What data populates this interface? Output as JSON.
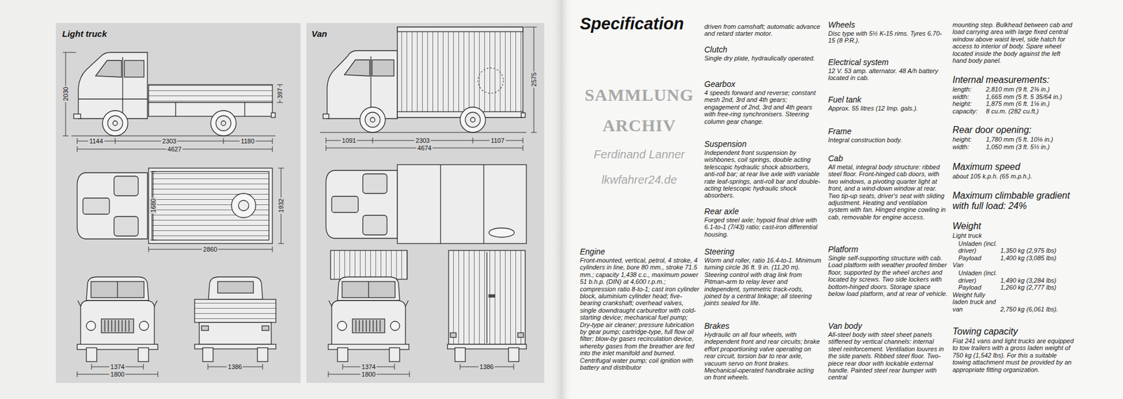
{
  "diagram": {
    "title": "Specification",
    "nodes": [
      {
        "text": [
          "Light truck"
        ]
      },
      {
        "text": [
          "Van"
        ]
      }
    ],
    "labels": [
      "2030",
      "397",
      "1144",
      "2303",
      "1180",
      "4627",
      "1680",
      "1932",
      "2860",
      "1374",
      "1800",
      "1386",
      "2575",
      "1091",
      "2303",
      "1107",
      "4674",
      "1374",
      "1800",
      "1386",
      "SAMMLUNG",
      "ARCHIV",
      "Ferdinand Lanner",
      "lkwfahrer24.de",
      "Engine",
      "Front-mounted, vertical, petrol, 4 stroke, 4 cylinders in line, bore 80 mm., stroke 71.5 mm.; capacity 1,438 c.c., maximum power 51 b.h.p. (DIN) at 4,600 r.p.m.; compression ratio 8-to-1; cast iron cylinder block, aluminium cylinder head; five-bearing crankshaft; overhead valves, single downdraught carburettor with cold-starting device; mechanical fuel pump; Dry-type air cleaner; pressure lubrication by gear pump; cartridge-type, full flow oil filter; blow-by gases recirculation device, whereby gases from the breather are fed into the inlet manifold and burned. Centrifugal water pump; coil ignition with battery and distributor",
      "driven from camshaft; automatic advance and retard starter motor.",
      "Clutch",
      "Single dry plate, hydraulically operated.",
      "Gearbox",
      "4 speeds forward and reverse; constant mesh 2nd, 3rd and 4th gears; engagement of 2nd, 3rd and 4th gears with free-ring synchronisers. Steering column gear change.",
      "Suspension",
      "Independent front suspension by wishbones, coil springs, double acting telescopic hydraulic shock absorbers, anti-roll bar; at rear live axle with variable rate leaf-springs, anti-roll bar and double-acting telescopic hydraulic shock absorbers.",
      "Rear axle",
      "Forged steel axle; hypoid final drive with 6.1-to-1 (7/43) ratio; cast-iron differential housing.",
      "Steering",
      "Worm and roller, ratio 16.4-to-1. Minimum turning circle 36 ft. 9 in. (11.20 m). Steering control with drag link from Pitman-arm to relay lever and independent, symmetric track-rods, joined by a central linkage; all steering joints sealed for life.",
      "Brakes",
      "Hydraulic on all four wheels, with independent front and rear circuits; brake effort proportioning valve operating on rear circuit, torsion bar to rear axle, vacuum servo on front brakes. Mechanical-operated handbrake acting on front wheels.",
      "Wheels",
      "Disc type with 5½ K-15 rims. Tyres 6.70-15 (8 P.R.).",
      "Electrical system",
      "12 V. 53 amp. alternator. 48 A/h battery located in cab.",
      "Fuel tank",
      "Approx. 55 litres (12 Imp. gals.).",
      "Frame",
      "Integral construction body.",
      "Cab",
      "All metal, integral body structure: ribbed steel floor. Front-hinged cab doors, with two windows, a pivoting quarter light at front, and a wind-down window at rear. Two tip-up seats, driver's seat with sliding adjustment. Heating and ventilation system with fan. Hinged engine cowling in cab, removable for engine access.",
      "Platform",
      "Single self-supporting structure with cab. Load platform with weather proofed timber floor, supported by the wheel arches and located by screws. Two side lockers with bottom-hinged doors. Storage space below load platform, and at rear of vehicle.",
      "Van body",
      "All-steel body with steel sheet panels stiffened by vertical channels: internal steel reinforcement. Ventilation louvres in the side panels. Ribbed steel floor. Two-piece rear door with lockable external handle. Painted steel rear bumper with central",
      "mounting step. Bulkhead between cab and load carrying area with large fixed central window above waist level, side hatch for access to interior of body. Spare wheel located inside the body against the left hand body panel.",
      "Internal measurements:",
      "length:",
      "2,810 mm (9 ft. 2⅜ in.)",
      "width:",
      "1,665 mm (5 ft. 5 35/64 in.)",
      "height:",
      "1,875 mm (6 ft. 1⅛ in.)",
      "capacity:",
      "8 cu.m. (282 cu.ft.)",
      "Rear door opening:",
      "height:",
      "1,780 mm (5 ft. 10⅛ in.)",
      "width:",
      "1,050 mm (3 ft. 5⅓ in.)",
      "Maximum speed",
      "about 105 k.p.h. (65 m.p.h.).",
      "Maximum climbable gradient with full load: 24%",
      "Weight",
      "Light truck",
      "Unladen (incl. driver)",
      "1,350 kg (2,975 lbs)",
      "Payload",
      "1,400 kg (3,085 lbs)",
      "Van",
      "Unladen (incl. driver)",
      "1,490 kg (3,284 lbs)",
      "Payload",
      "1,260 kg (2,777 lbs)",
      "Weight fully laden truck and van",
      "2,750 kg (6,061 lbs).",
      "Towing capacity",
      "Fiat 241 vans and light trucks are equipped to tow trailers with a gross laden weight of 750 kg (1,542 lbs). For this a suitable towing attachment must be provided by an appropriate fitting organization."
    ]
  }
}
